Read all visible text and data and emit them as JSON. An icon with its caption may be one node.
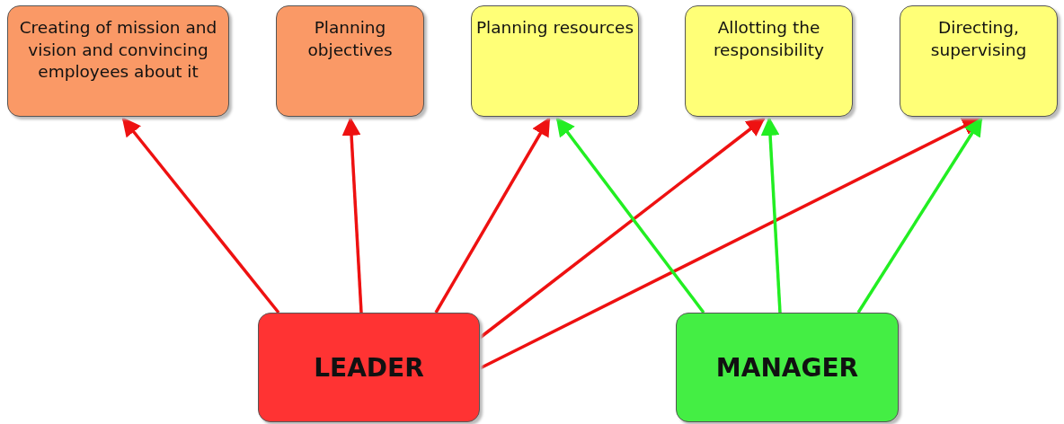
{
  "diagram": {
    "nodes": [
      {
        "text": [
          "Creating of mission and vision and convincing employees about it"
        ]
      },
      {
        "text": [
          "Planning objectives"
        ]
      },
      {
        "text": [
          "Planning resources"
        ]
      },
      {
        "text": [
          "Allotting the responsibility"
        ]
      },
      {
        "text": [
          "Directing, supervising"
        ]
      },
      {
        "text": [
          "LEADER"
        ]
      },
      {
        "text": [
          "MANAGER"
        ]
      }
    ],
    "edges": [
      {
        "from": 5,
        "to": 0,
        "arrow": "to"
      },
      {
        "from": 5,
        "to": 1,
        "arrow": "to"
      },
      {
        "from": 5,
        "to": 2,
        "arrow": "to"
      },
      {
        "from": 5,
        "to": 3,
        "arrow": "to"
      },
      {
        "from": 5,
        "to": 4,
        "arrow": "to"
      },
      {
        "from": 6,
        "to": 2,
        "arrow": "to",
        "color": "#22ee22"
      },
      {
        "from": 6,
        "to": 3,
        "arrow": "to",
        "color": "#22ee22"
      },
      {
        "from": 6,
        "to": 4,
        "arrow": "to",
        "color": "#22ee22"
      }
    ]
  }
}
